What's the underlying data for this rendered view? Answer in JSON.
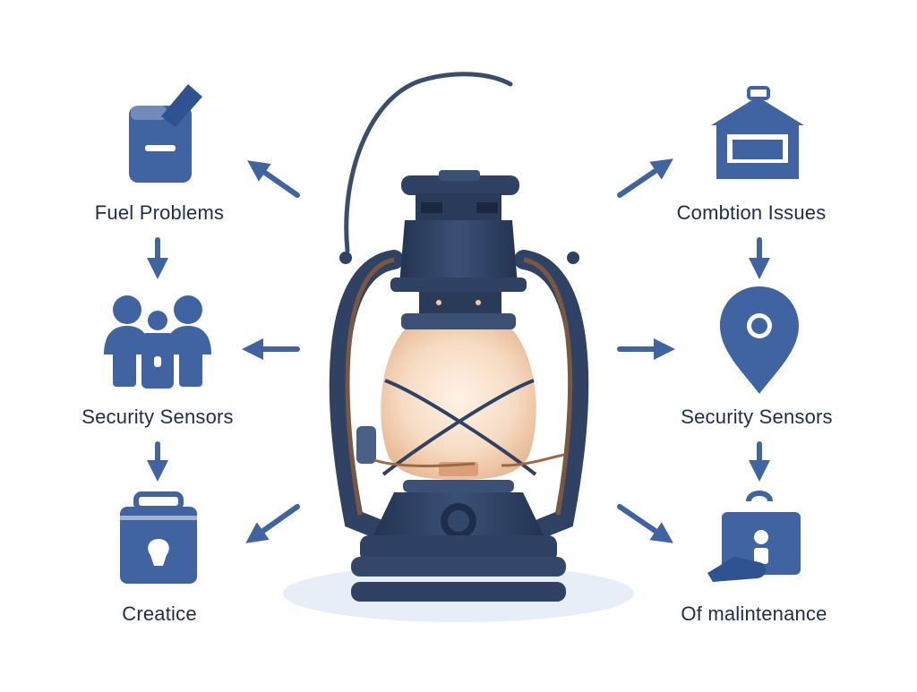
{
  "diagram": {
    "center": {
      "icon": "oil-lantern-icon"
    },
    "left_items": [
      {
        "label": "Fuel Problems",
        "icon": "fuel-can-icon"
      },
      {
        "label": "Security Sensors",
        "icon": "people-group-icon"
      },
      {
        "label": "Creatice",
        "icon": "toolbox-icon"
      }
    ],
    "right_items": [
      {
        "label": "Combtion Issues",
        "icon": "house-icon"
      },
      {
        "label": "Security Sensors",
        "icon": "location-pin-icon"
      },
      {
        "label": "Of malintenance",
        "icon": "maintenance-case-icon"
      }
    ],
    "colors": {
      "icon_blue": "#3f64a1",
      "text_navy": "#1f2d4d",
      "lantern_dark": "#2f4263",
      "glow": "#f7dcc4",
      "copper": "#9b6a44"
    }
  }
}
